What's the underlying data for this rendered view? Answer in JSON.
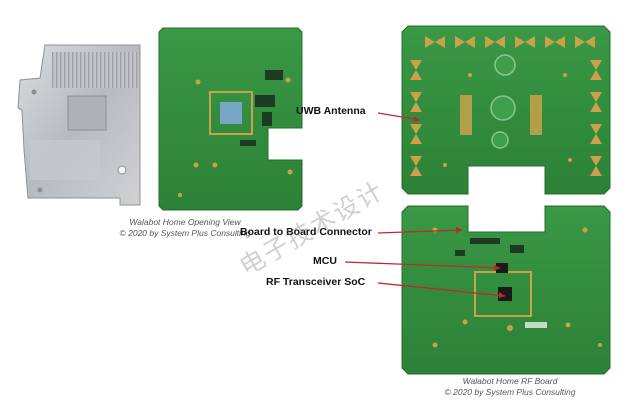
{
  "captions": {
    "opening_title": "Walabot Home Opening View",
    "opening_credit": "© 2020 by System Plus Consulting",
    "rf_title": "Walabot Home RF Board",
    "rf_credit": "© 2020 by System Plus Consulting"
  },
  "callouts": {
    "uwb_antenna": "UWB Antenna",
    "board_to_board": "Board to Board Connector",
    "mcu": "MCU",
    "rf_soc": "RF Transceiver SoC"
  },
  "watermark": "电子技术设计",
  "colors": {
    "pcb_green": "#2f8a3a",
    "pcb_edge": "#256f2e",
    "gold_pad": "#c9a24a",
    "heatsink": "#c9ccd0",
    "callout_line": "#c0282d"
  }
}
